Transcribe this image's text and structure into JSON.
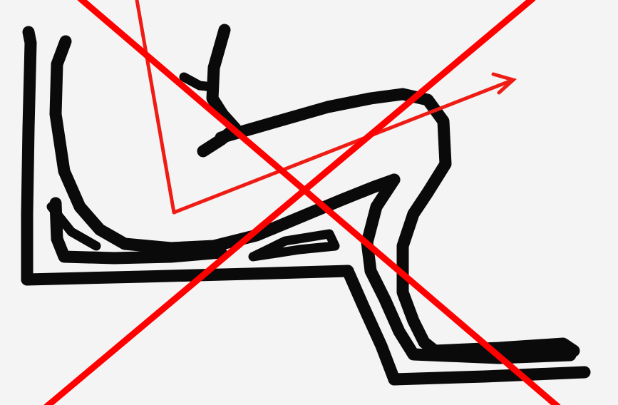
{
  "colors": {
    "background": "#f4f4f4",
    "drawing_ink": "#0a0a0a",
    "cross_out": "#ff0000",
    "angle_marker": "#ee1c14"
  },
  "figure": {
    "subject": "seated-figure-sketch",
    "status": "crossed-out",
    "marks": [
      "chair",
      "seated-body",
      "angle-with-arrow",
      "diagonal-cross"
    ]
  }
}
